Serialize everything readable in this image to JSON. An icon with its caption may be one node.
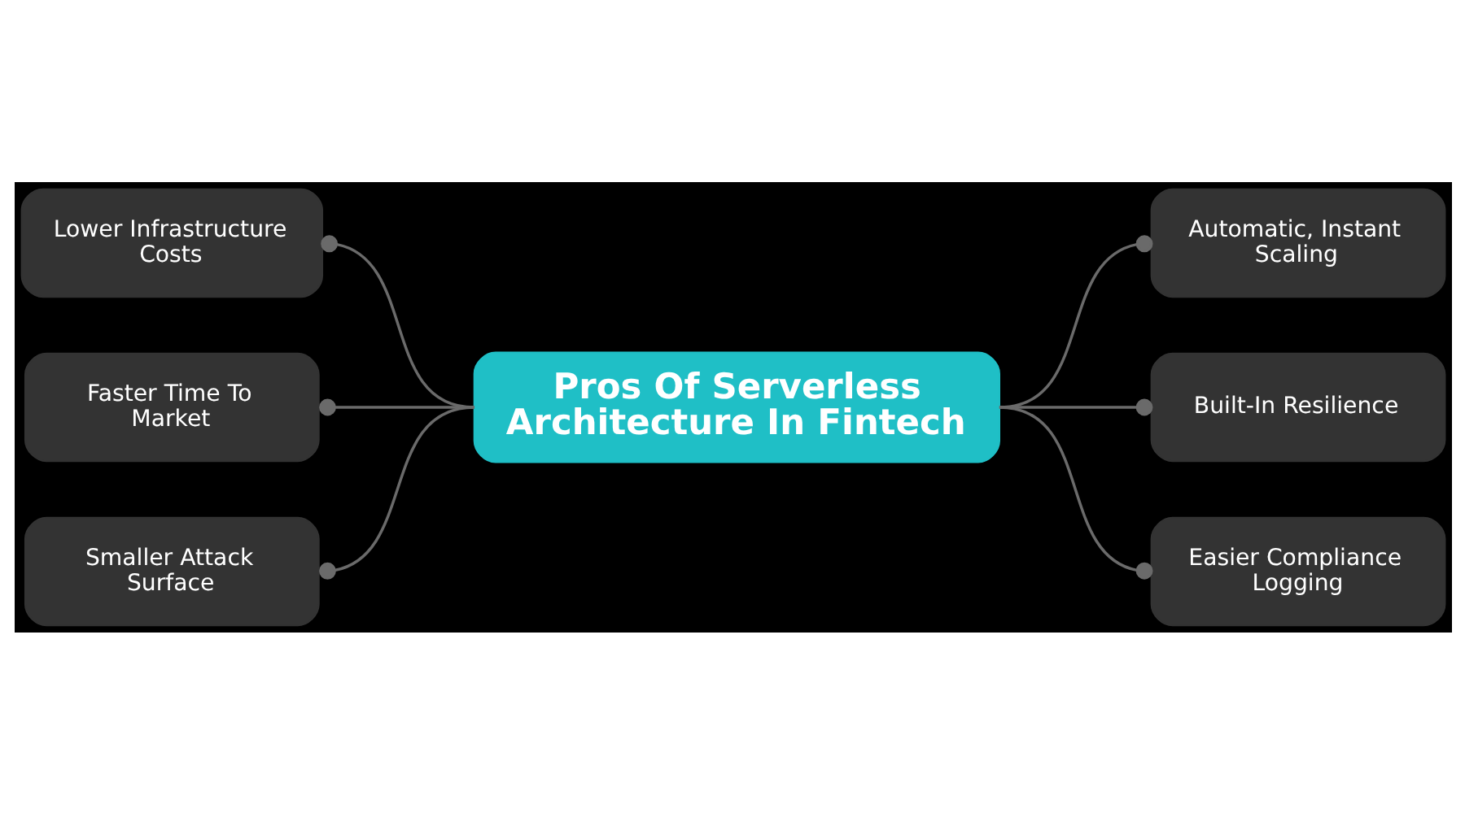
{
  "diagram": {
    "nodes": [
      {
        "text": [
          "Pros Of Serverless Architecture In Fintech"
        ]
      },
      {
        "text": [
          "Lower Infrastructure Costs"
        ]
      },
      {
        "text": [
          "Automatic, Instant Scaling"
        ]
      },
      {
        "text": [
          "Faster Time To Market"
        ]
      },
      {
        "text": [
          "Built-In Resilience"
        ]
      },
      {
        "text": [
          "Smaller Attack Surface"
        ]
      },
      {
        "text": [
          "Easier Compliance Logging"
        ]
      }
    ],
    "edges": [
      {
        "from": 0,
        "to": 1,
        "arrow": "other"
      },
      {
        "from": 0,
        "to": 2,
        "arrow": "other"
      },
      {
        "from": 0,
        "to": 3,
        "arrow": "other"
      },
      {
        "from": 0,
        "to": 4,
        "arrow": "other"
      },
      {
        "from": 0,
        "to": 5,
        "arrow": "other"
      },
      {
        "from": 0,
        "to": 6,
        "arrow": "other"
      }
    ]
  }
}
